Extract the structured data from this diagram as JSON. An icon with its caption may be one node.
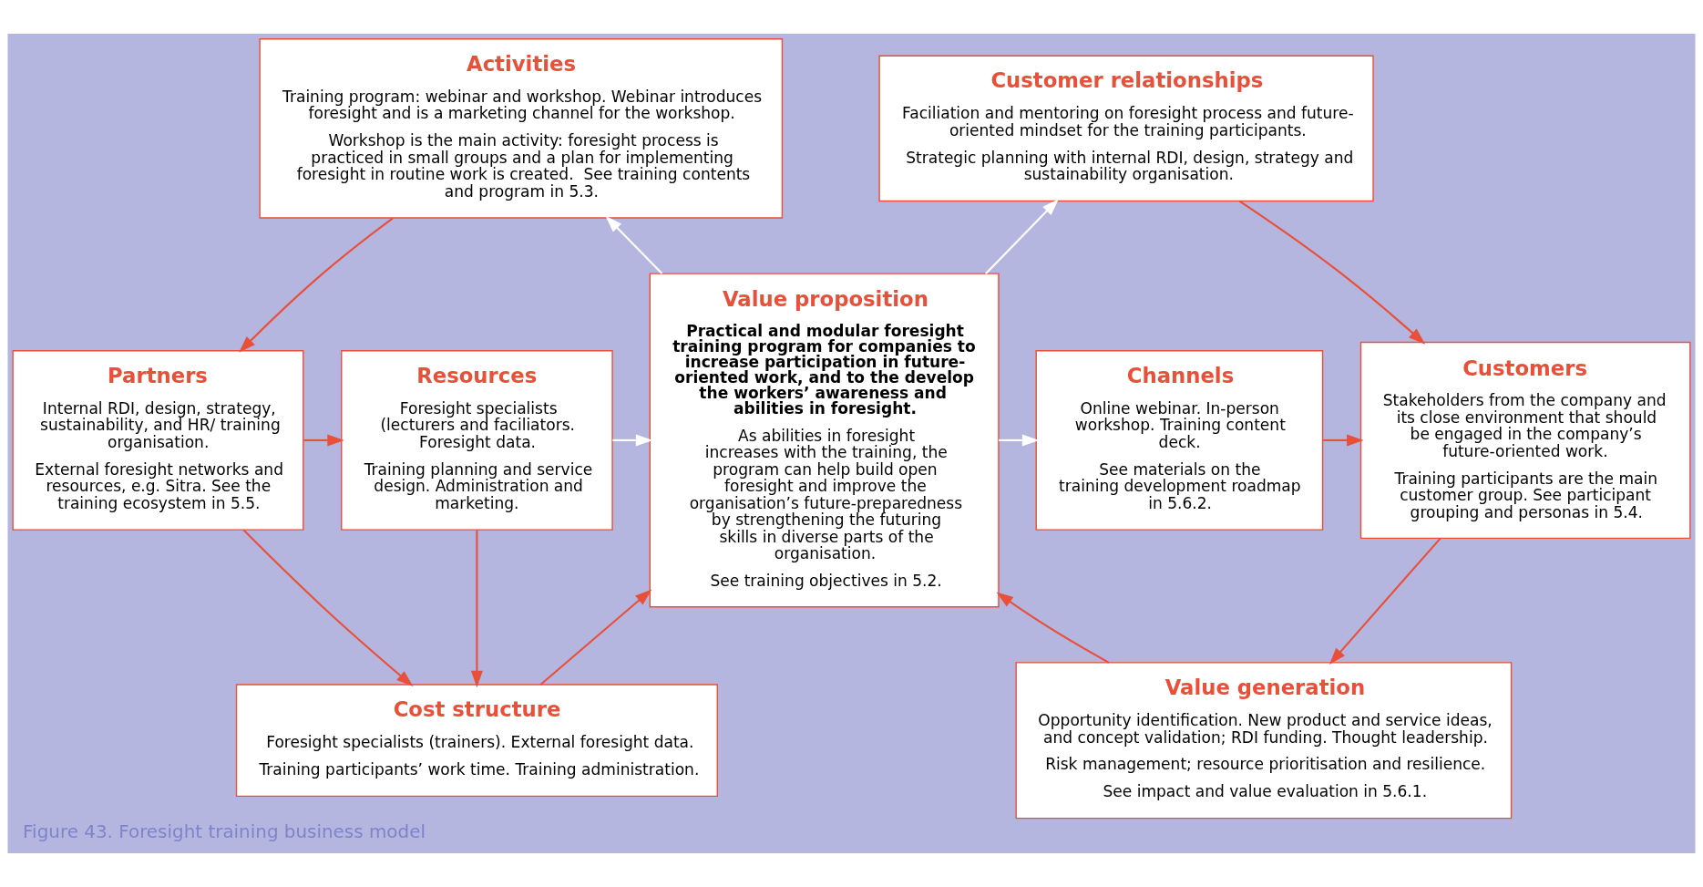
{
  "diagram": {
    "caption": "Figure 43. Foresight training business model",
    "nodes": [
      {
        "text": [
          "Activities",
          "Training program: webinar and workshop. Webinar introduces foresight and is a marketing channel for the workshop.",
          "Workshop is the main activity: foresight process is practiced in small groups and a plan for implementing foresight in routine work is created.  See training contents and program in 5.3."
        ]
      },
      {
        "text": [
          "Customer relationships",
          "Faciliation and mentoring on foresight process and future-oriented mindset for the training participants.",
          "Strategic planning with internal RDI, design, strategy and sustainability organisation."
        ]
      },
      {
        "text": [
          "Partners",
          "Internal RDI, design, strategy, sustainability, and HR/ training organisation.",
          "External foresight networks and resources, e.g. Sitra. See the training ecosystem in 5.5."
        ]
      },
      {
        "text": [
          "Resources",
          "Foresight specialists (lecturers and faciliators. Foresight data.",
          "Training planning and service design. Administration and marketing."
        ]
      },
      {
        "text": [
          "Value proposition",
          "Practical and modular foresight training program for companies to increase participation in future-oriented work, and to the develop the workers’ awareness and abilities in foresight.",
          "As abilities in foresight increases with the training, the program can help build open foresight and improve the organisation’s future-preparedness by strengthening the futuring skills in diverse parts of the organisation.",
          "See training objectives in 5.2."
        ]
      },
      {
        "text": [
          "Channels",
          "Online webinar. In-person workshop. Training content deck.",
          "See materials on the training development roadmap in 5.6.2."
        ]
      },
      {
        "text": [
          "Customers",
          "Stakeholders from the company and its close environment that should be engaged in the company’s future-oriented work.",
          "Training participants are the main customer group. See participant grouping and personas in 5.4."
        ]
      },
      {
        "text": [
          "Cost structure",
          "Foresight specialists (trainers). External foresight data.",
          "Training participants’ work time. Training administration."
        ]
      },
      {
        "text": [
          "Value generation",
          "Opportunity identification. New product and service ideas, and concept validation; RDI funding. Thought leadership.",
          "Risk management; resource prioritisation and resilience.",
          "See impact and value evaluation in 5.6.1."
        ]
      }
    ],
    "edges": [
      {
        "from": 4,
        "to": 0,
        "arrow": "to",
        "color": "#ffffff"
      },
      {
        "from": 4,
        "to": 1,
        "arrow": "to",
        "color": "#ffffff"
      },
      {
        "from": 0,
        "to": 2,
        "arrow": "to"
      },
      {
        "from": 2,
        "to": 3,
        "arrow": "to"
      },
      {
        "from": 3,
        "to": 4,
        "arrow": "to",
        "color": "#ffffff"
      },
      {
        "from": 4,
        "to": 5,
        "arrow": "to",
        "color": "#ffffff"
      },
      {
        "from": 5,
        "to": 6,
        "arrow": "to"
      },
      {
        "from": 1,
        "to": 6,
        "arrow": "to"
      },
      {
        "from": 2,
        "to": 7,
        "arrow": "to"
      },
      {
        "from": 3,
        "to": 7,
        "arrow": "to"
      },
      {
        "from": 6,
        "to": 8,
        "arrow": "to"
      },
      {
        "from": 7,
        "to": 4,
        "arrow": "to"
      },
      {
        "from": 8,
        "to": 4,
        "arrow": "to"
      }
    ]
  }
}
